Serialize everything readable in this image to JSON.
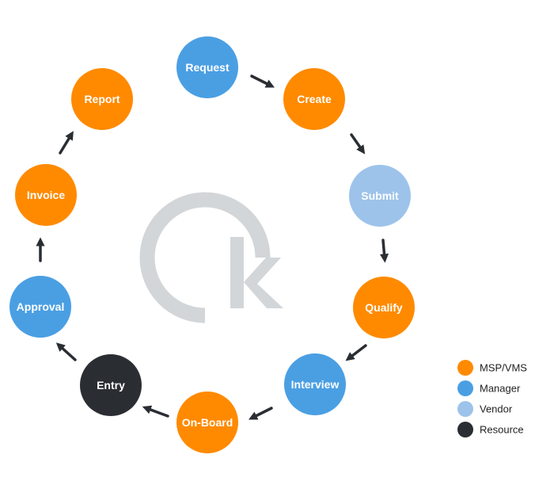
{
  "colors": {
    "msp": "#FF8A00",
    "manager": "#4A9FE3",
    "vendor": "#9DC3EA",
    "resource": "#2A2E33",
    "arrow": "#2A2E33",
    "logo": "#D3D6D8"
  },
  "nodes": [
    {
      "label": "Request",
      "role": "manager"
    },
    {
      "label": "Create",
      "role": "msp"
    },
    {
      "label": "Submit",
      "role": "vendor"
    },
    {
      "label": "Qualify",
      "role": "msp"
    },
    {
      "label": "Interview",
      "role": "manager"
    },
    {
      "label": "On-Board",
      "role": "msp"
    },
    {
      "label": "Entry",
      "role": "resource"
    },
    {
      "label": "Approval",
      "role": "manager"
    },
    {
      "label": "Invoice",
      "role": "msp"
    },
    {
      "label": "Report",
      "role": "msp"
    }
  ],
  "legend": [
    {
      "label": "MSP/VMS",
      "role": "msp"
    },
    {
      "label": "Manager",
      "role": "manager"
    },
    {
      "label": "Vendor",
      "role": "vendor"
    },
    {
      "label": "Resource",
      "role": "resource"
    }
  ],
  "logo_icon": "k-logo-icon"
}
